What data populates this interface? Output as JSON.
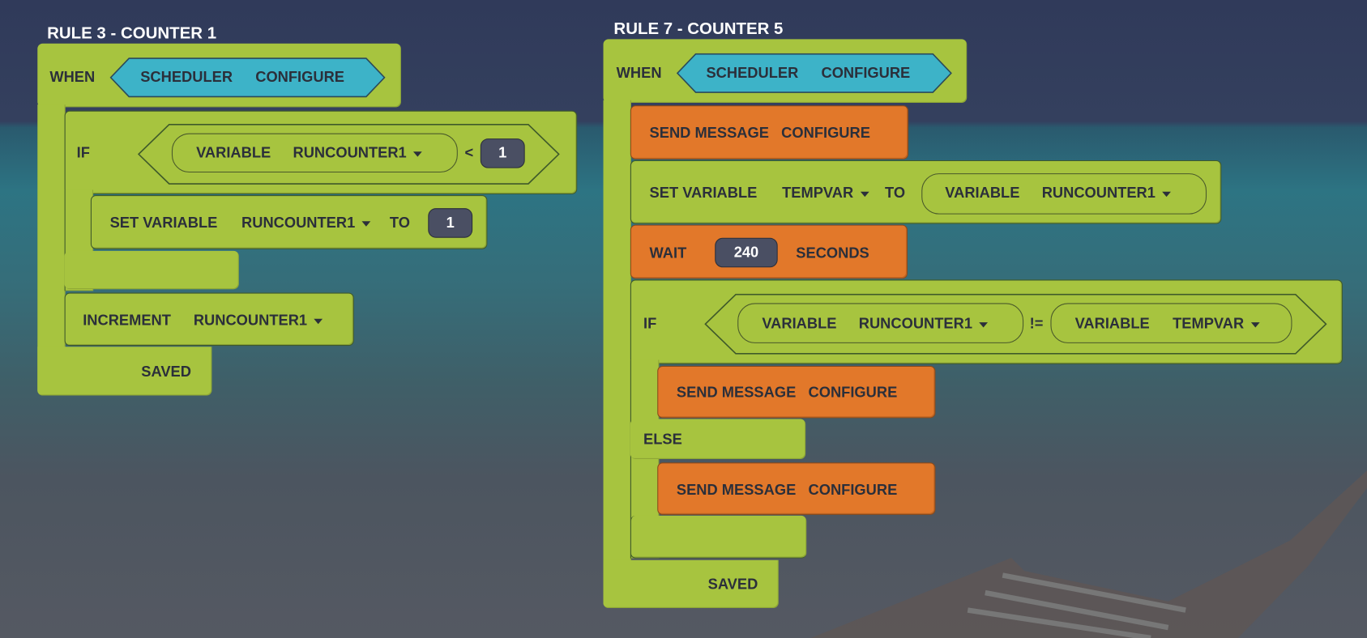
{
  "rules": [
    {
      "title": "RULE 3 - COUNTER 1",
      "when_label": "WHEN",
      "trigger": {
        "source": "SCHEDULER",
        "event": "CONFIGURE"
      },
      "if_label": "IF",
      "condition": {
        "left_keyword": "VARIABLE",
        "left_var": "RUNCOUNTER1",
        "operator": "<",
        "right_value": "1"
      },
      "then": [
        {
          "keyword": "SET VARIABLE",
          "var": "RUNCOUNTER1",
          "to_label": "TO",
          "value": "1"
        }
      ],
      "after": {
        "keyword": "INCREMENT",
        "var": "RUNCOUNTER1"
      },
      "status": "SAVED"
    },
    {
      "title": "RULE 7 - COUNTER 5",
      "when_label": "WHEN",
      "trigger": {
        "source": "SCHEDULER",
        "event": "CONFIGURE"
      },
      "steps": {
        "send1": {
          "keyword": "SEND MESSAGE",
          "message": "CONFIGURE"
        },
        "set": {
          "keyword": "SET VARIABLE",
          "var": "TEMPVAR",
          "to_label": "TO",
          "value_keyword": "VARIABLE",
          "value_var": "RUNCOUNTER1"
        },
        "wait": {
          "keyword": "WAIT",
          "value": "240",
          "unit": "SECONDS"
        }
      },
      "if_label": "IF",
      "condition": {
        "left_keyword": "VARIABLE",
        "left_var": "RUNCOUNTER1",
        "operator": "!=",
        "right_keyword": "VARIABLE",
        "right_var": "TEMPVAR"
      },
      "then": {
        "keyword": "SEND MESSAGE",
        "message": "CONFIGURE"
      },
      "else_label": "ELSE",
      "else": {
        "keyword": "SEND MESSAGE",
        "message": "CONFIGURE"
      },
      "status": "SAVED"
    }
  ],
  "colors": {
    "logic": "#a7c43f",
    "action": "#e2782a",
    "trigger": "#3db3c8",
    "value": "#4a4f63"
  }
}
